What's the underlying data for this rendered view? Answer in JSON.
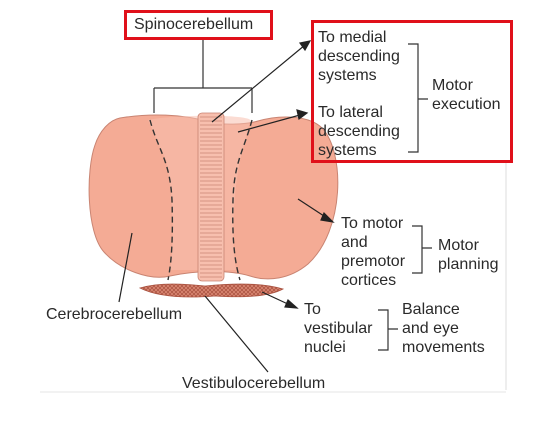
{
  "labels": {
    "spinocerebellum": "Spinocerebellum",
    "to_medial": "To medial\ndescending\nsystems",
    "to_lateral": "To lateral\ndescending\nsystems",
    "motor_execution": "Motor\nexecution",
    "to_motor": "To motor\nand\npremotor\ncortices",
    "motor_planning": "Motor\nplanning",
    "cerebrocerebellum": "Cerebrocerebellum",
    "to_vestibular": "To\nvestibular\nnuclei",
    "balance": "Balance\nand eye\nmovements",
    "vestibulocerebellum": "Vestibulocerebellum"
  },
  "colors": {
    "lobe_fill": "#f4ab95",
    "vermis_fill": "#f7bfae",
    "outline": "#c98472",
    "flocculus_fill": "#d98672",
    "line": "#222222",
    "highlight": "#e0101a"
  }
}
